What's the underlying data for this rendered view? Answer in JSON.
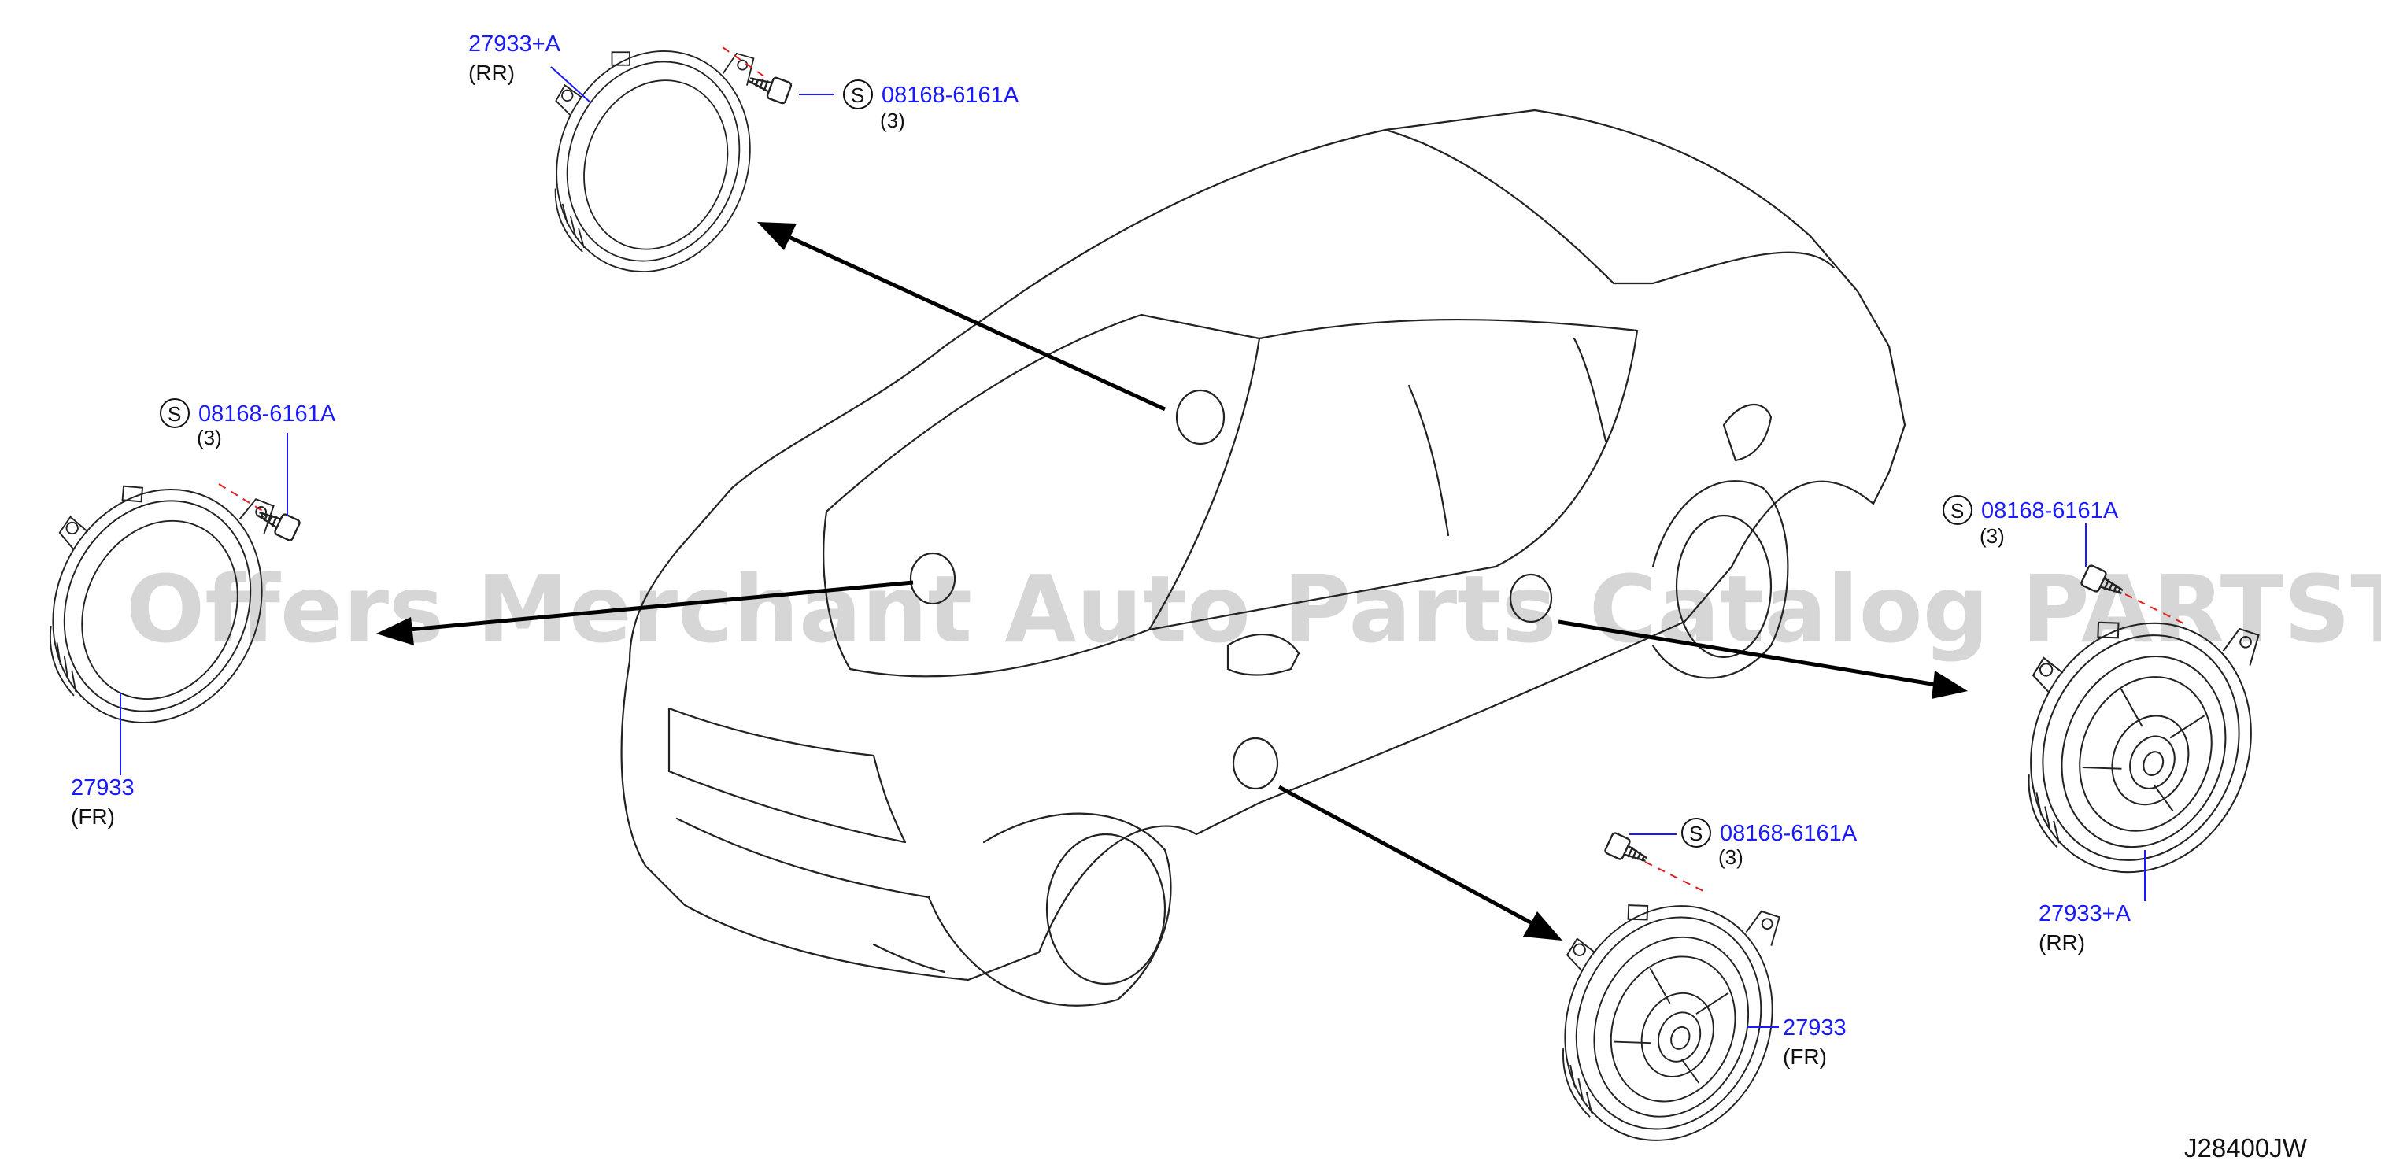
{
  "watermark": "Offers Merchant Auto Parts Catalog PARTSTORE.SA",
  "diagram_id": "J28400JW",
  "parts": {
    "rr_top": {
      "part_no": "27933+A",
      "position": "(RR)"
    },
    "fr_left": {
      "part_no": "27933",
      "position": "(FR)"
    },
    "rr_right": {
      "part_no": "27933+A",
      "position": "(RR)"
    },
    "fr_bottom": {
      "part_no": "27933",
      "position": "(FR)"
    }
  },
  "screws": {
    "top": {
      "symbol": "S",
      "part_no": "08168-6161A",
      "qty": "(3)"
    },
    "left": {
      "symbol": "S",
      "part_no": "08168-6161A",
      "qty": "(3)"
    },
    "right": {
      "symbol": "S",
      "part_no": "08168-6161A",
      "qty": "(3)"
    },
    "bottom": {
      "symbol": "S",
      "part_no": "08168-6161A",
      "qty": "(3)"
    }
  }
}
